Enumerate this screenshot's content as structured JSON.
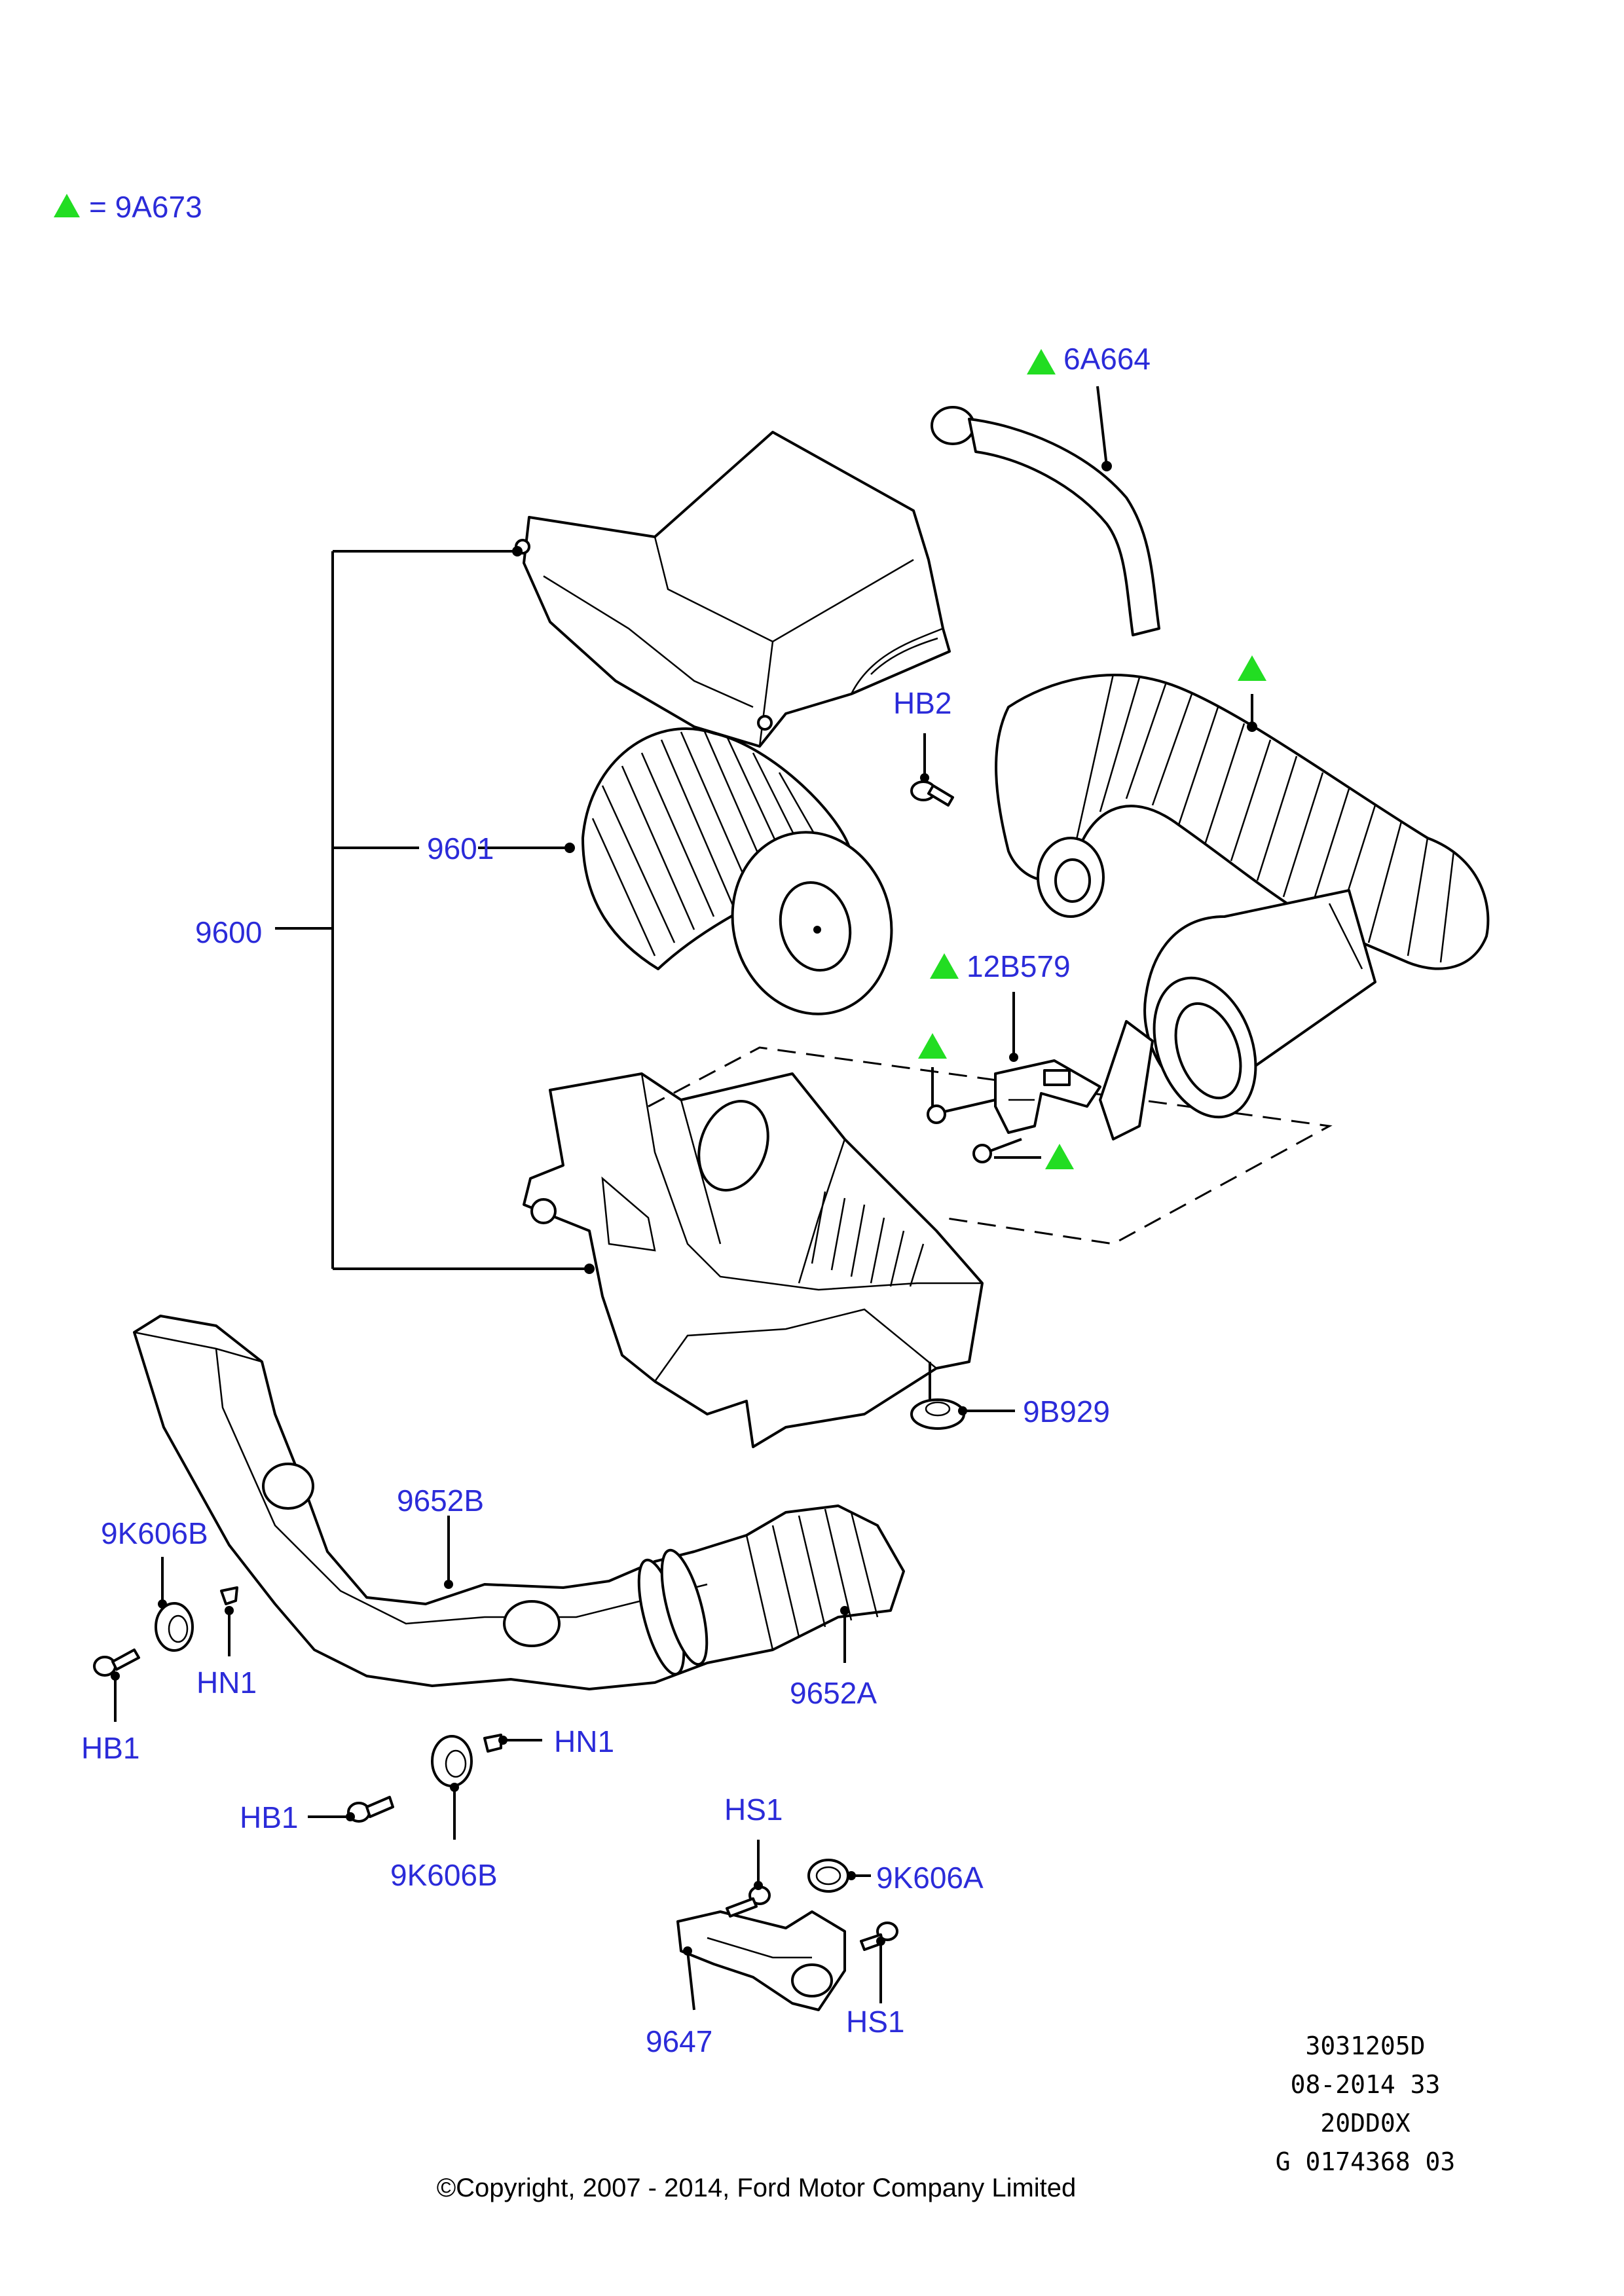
{
  "colors": {
    "label": "#2b2bd9",
    "marker": "#22dd22",
    "line": "#000000"
  },
  "legend": {
    "marker_icon": "triangle-icon",
    "text": "= 9A673"
  },
  "labels": {
    "l_6A664": "6A664",
    "l_HB2": "HB2",
    "l_9601": "9601",
    "l_9600": "9600",
    "l_12B579": "12B579",
    "l_9B929": "9B929",
    "l_9652B": "9652B",
    "l_9K606B_top": "9K606B",
    "l_HN1_left": "HN1",
    "l_HB1_left": "HB1",
    "l_9652A": "9652A",
    "l_HN1_mid": "HN1",
    "l_HB1_mid": "HB1",
    "l_9K606B_mid": "9K606B",
    "l_HS1_top": "HS1",
    "l_9K606A": "9K606A",
    "l_9647": "9647",
    "l_HS1_bottom": "HS1"
  },
  "meta": {
    "line1": "3031205D",
    "line2": "08-2014 33",
    "line3": "20DD0X",
    "line4": "G 0174368 03"
  },
  "copyright": "©Copyright, 2007 - 2014, Ford Motor Company Limited"
}
